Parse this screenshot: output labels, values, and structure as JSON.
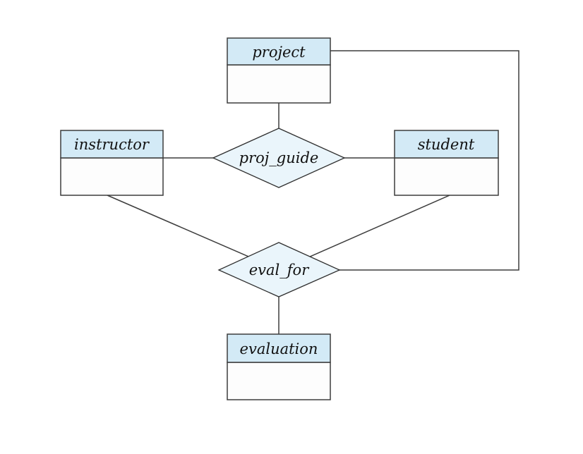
{
  "diagram": {
    "type": "er-diagram",
    "entities": [
      {
        "id": "project",
        "label": "project"
      },
      {
        "id": "instructor",
        "label": "instructor"
      },
      {
        "id": "student",
        "label": "student"
      },
      {
        "id": "evaluation",
        "label": "evaluation"
      }
    ],
    "relationships": [
      {
        "id": "proj_guide",
        "label": "proj_guide"
      },
      {
        "id": "eval_for",
        "label": "eval_for"
      }
    ],
    "connections": [
      {
        "from": "project",
        "to": "proj_guide",
        "route": "straight"
      },
      {
        "from": "instructor",
        "to": "proj_guide",
        "route": "straight"
      },
      {
        "from": "proj_guide",
        "to": "student",
        "route": "straight"
      },
      {
        "from": "project",
        "to": "eval_for",
        "route": "orthogonal-right-side"
      },
      {
        "from": "instructor",
        "to": "eval_for",
        "route": "diagonal"
      },
      {
        "from": "student",
        "to": "eval_for",
        "route": "diagonal"
      },
      {
        "from": "eval_for",
        "to": "evaluation",
        "route": "straight"
      }
    ],
    "colors": {
      "background": "#ffffff",
      "entity_header_fill": "#d3eaf6",
      "entity_body_fill": "#fdfdfd",
      "relationship_fill": "#eaf5fb",
      "stroke": "#3d3d3d",
      "text": "#111111"
    }
  }
}
